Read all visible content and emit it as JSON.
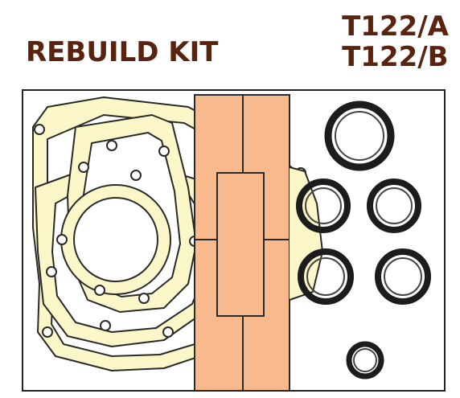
{
  "header": {
    "title": "REBUILD KIT",
    "part_numbers": [
      "T122/A",
      "T122/B"
    ]
  },
  "colors": {
    "text": "#5a2310",
    "gasket": "#fcf7c8",
    "gasket_stroke": "#2a2a2a",
    "plate": "#f8b98c",
    "seal": "#1c1c1c"
  },
  "illustration": {
    "subject": "gasket-and-seal-set",
    "seal_count": 6
  }
}
